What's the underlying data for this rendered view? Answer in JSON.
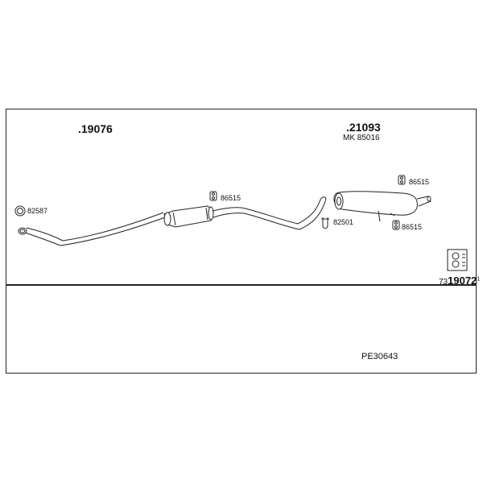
{
  "parts": {
    "front_pipe": ".19076",
    "rear_silencer": ".21093",
    "mounting_kit": "MK  85016",
    "ring_clamp": "82587",
    "hanger_mid": "86515",
    "hanger_rear_top": "86515",
    "hanger_rear_bottom": "86515",
    "clamp": "82501"
  },
  "article": {
    "prefix": "73",
    "number": "19072",
    "suffix": "1"
  },
  "set_code": "PE30643",
  "icons": [
    "exhaust-part-icon",
    "gasket-ring-icon",
    "rubber-hanger-icon",
    "pipe-clamp-icon",
    "instruction-info-icon"
  ]
}
